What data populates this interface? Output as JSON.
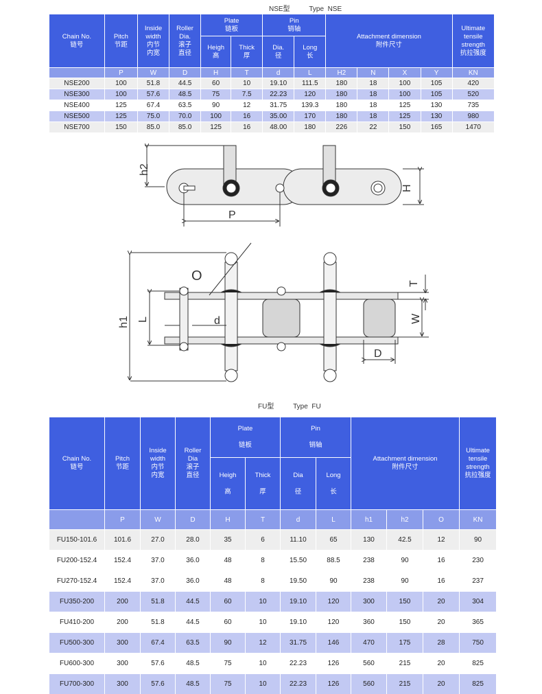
{
  "nse": {
    "title": "NSE型          Type  NSE",
    "headers": {
      "chain_no": "Chain No.\n链号",
      "pitch": "Pitch\n节距",
      "inside_width": "Inside\nwidth\n内节\n内宽",
      "roller_dia": "Roller\nDia.\n滚子\n直径",
      "plate": "Plate\n链板",
      "pin": "Pin\n销轴",
      "attachment": "Attachment dimension\n附件尺寸",
      "strength": "Ultimate\ntensile\nstrength\n抗拉强度",
      "height": "Heigh\n高",
      "thick": "Thick\n厚",
      "pin_dia": "Dia.\n径",
      "pin_long": "Long\n长"
    },
    "symbols": [
      "P",
      "W",
      "D",
      "H",
      "T",
      "d",
      "L",
      "H2",
      "N",
      "X",
      "Y",
      "KN"
    ],
    "rows": [
      [
        "NSE200",
        "100",
        "51.8",
        "44.5",
        "60",
        "10",
        "19.10",
        "111.5",
        "180",
        "18",
        "100",
        "105",
        "420"
      ],
      [
        "NSE300",
        "100",
        "57.6",
        "48.5",
        "75",
        "7.5",
        "22.23",
        "120",
        "180",
        "18",
        "100",
        "105",
        "520"
      ],
      [
        "NSE400",
        "125",
        "67.4",
        "63.5",
        "90",
        "12",
        "31.75",
        "139.3",
        "180",
        "18",
        "125",
        "130",
        "735"
      ],
      [
        "NSE500",
        "125",
        "75.0",
        "70.0",
        "100",
        "16",
        "35.00",
        "170",
        "180",
        "18",
        "125",
        "130",
        "980"
      ],
      [
        "NSE700",
        "150",
        "85.0",
        "85.0",
        "125",
        "16",
        "48.00",
        "180",
        "226",
        "22",
        "150",
        "165",
        "1470"
      ]
    ]
  },
  "diagram": {
    "labels": {
      "h2": "h2",
      "P": "P",
      "H": "H",
      "O": "O",
      "h1": "h1",
      "L": "L",
      "d": "d",
      "T": "T",
      "W": "W",
      "D": "D"
    }
  },
  "fu": {
    "title": "FU型          Type  FU",
    "headers": {
      "chain_no": "Chain No.\n链号",
      "pitch": "Pitch\n节距",
      "inside_width": "Inside\nwidth\n内节\n内宽",
      "roller_dia": "Roller\nDia\n滚子\n直径",
      "plate": "Plate\n\n链板",
      "pin": "Pin\n\n销轴",
      "attachment": "Attachment dimension\n附件尺寸",
      "strength": "Ultimate\ntensile\nstrength\n抗拉强度",
      "height": "Heigh\n\n高",
      "thick": "Thick\n\n厚",
      "pin_dia": "Dia\n\n径",
      "pin_long": "Long\n\n长"
    },
    "symbols": [
      "P",
      "W",
      "D",
      "H",
      "T",
      "d",
      "L",
      "h1",
      "h2",
      "O",
      "KN"
    ],
    "rows": [
      [
        "FU150-101.6",
        "101.6",
        "27.0",
        "28.0",
        "35",
        "6",
        "11.10",
        "65",
        "130",
        "42.5",
        "12",
        "90"
      ],
      [
        "FU200-152.4",
        "152.4",
        "37.0",
        "36.0",
        "48",
        "8",
        "15.50",
        "88.5",
        "238",
        "90",
        "16",
        "230"
      ],
      [
        "FU270-152.4",
        "152.4",
        "37.0",
        "36.0",
        "48",
        "8",
        "19.50",
        "90",
        "238",
        "90",
        "16",
        "237"
      ],
      [
        "FU350-200",
        "200",
        "51.8",
        "44.5",
        "60",
        "10",
        "19.10",
        "120",
        "300",
        "150",
        "20",
        "304"
      ],
      [
        "FU410-200",
        "200",
        "51.8",
        "44.5",
        "60",
        "10",
        "19.10",
        "120",
        "360",
        "150",
        "20",
        "365"
      ],
      [
        "FU500-300",
        "300",
        "67.4",
        "63.5",
        "90",
        "12",
        "31.75",
        "146",
        "470",
        "175",
        "28",
        "750"
      ],
      [
        "FU600-300",
        "300",
        "57.6",
        "48.5",
        "75",
        "10",
        "22.23",
        "126",
        "560",
        "215",
        "20",
        "825"
      ],
      [
        "FU700-300",
        "300",
        "57.6",
        "48.5",
        "75",
        "10",
        "22.23",
        "126",
        "560",
        "215",
        "20",
        "825"
      ]
    ]
  },
  "colors": {
    "header": "#3f5fe0",
    "symbol_row": "#8a9cea",
    "blue_row": "#c2c9f3",
    "gray_row": "#eeeeee"
  }
}
